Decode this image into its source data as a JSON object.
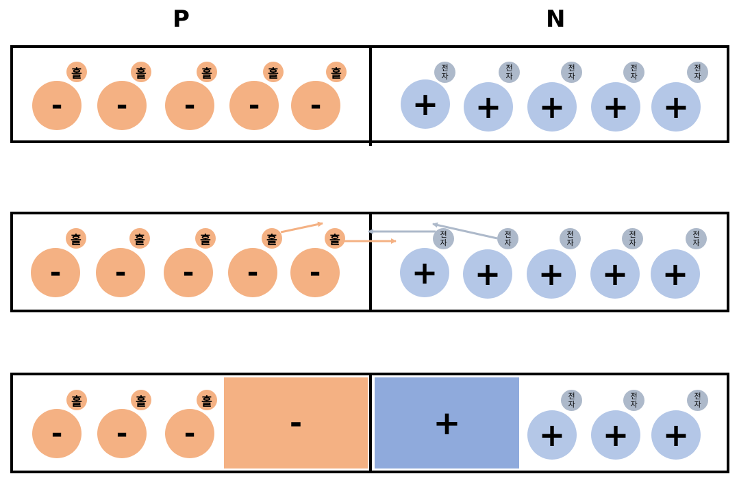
{
  "labels": {
    "p": "P",
    "n": "N"
  },
  "hole": "홀",
  "electron": [
    "전",
    "자"
  ],
  "acceptor_ion": "-",
  "donor_ion": "+",
  "depletion": {
    "p_charge": "-",
    "n_charge": "+"
  },
  "colors": {
    "p_type": "#f4b183",
    "n_type": "#b4c7e7",
    "electron": "#adb9ca",
    "n_depletion": "#8faadc",
    "border": "#000000"
  }
}
